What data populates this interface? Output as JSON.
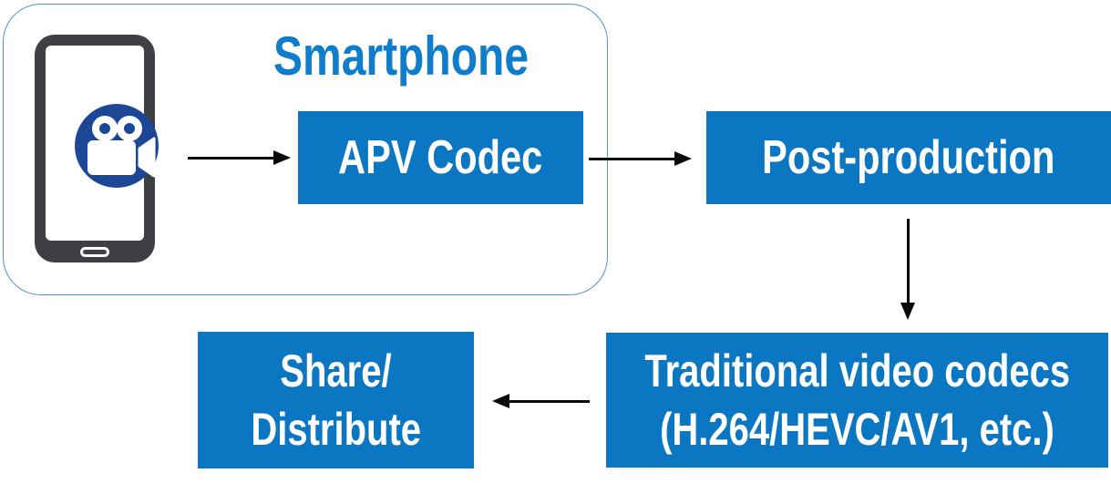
{
  "title": {
    "text": "Smartphone"
  },
  "nodes": {
    "apv": {
      "label": "APV Codec"
    },
    "post": {
      "label": "Post-production"
    },
    "traditional": {
      "line1": "Traditional video codecs",
      "line2": "(H.264/HEVC/AV1, etc.)"
    },
    "share": {
      "line1": "Share/",
      "line2": "Distribute"
    }
  },
  "icons": {
    "phone": "smartphone-icon",
    "camera": "video-camera-icon"
  },
  "colors": {
    "node_blue": "#0b77c2",
    "title_blue": "#0f7dca",
    "camera_circle_blue": "#1b4796",
    "phone_gray": "#3f4043",
    "frame_border_blue": "#4f94d0",
    "arrow_black": "#0a0a0a",
    "node_text": "#ffffff"
  }
}
